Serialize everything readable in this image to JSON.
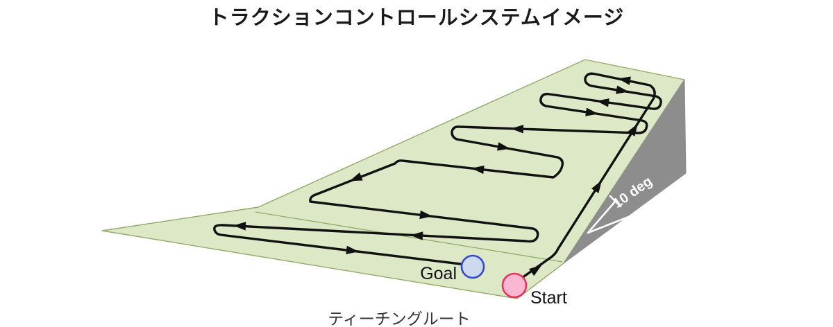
{
  "title": "トラクションコントロールシステムイメージ",
  "caption": "ティーチングルート",
  "diagram": {
    "goal_label": "Goal",
    "start_label": "Start",
    "slope_angle_label": "10 deg"
  },
  "colors": {
    "surface_fill": "#dce8c6",
    "surface_border": "#93aa68",
    "side_face_gray": "#8d8d8d",
    "route_black": "#111111",
    "goal_fill": "#cdd9ee",
    "goal_stroke": "#3748cf",
    "start_fill": "#fbb7d1",
    "start_stroke": "#e5335f",
    "angle_marking": "#ffffff"
  }
}
